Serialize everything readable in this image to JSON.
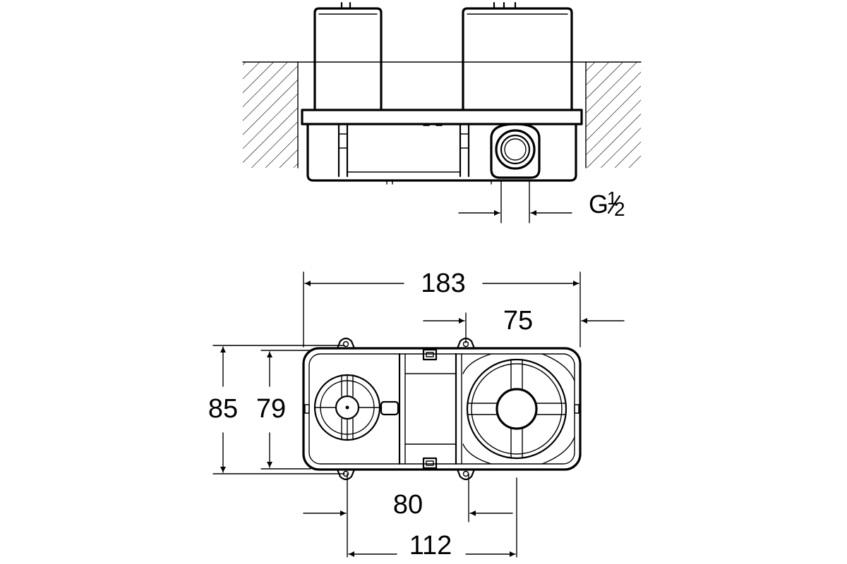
{
  "dimensions": {
    "overall_width": "183",
    "offset_right": "75",
    "outer_height": "85",
    "inner_height": "79",
    "center_spacing": "80",
    "mount_spacing": "112"
  },
  "thread": {
    "prefix": "G",
    "numerator": "1",
    "denominator": "2"
  }
}
